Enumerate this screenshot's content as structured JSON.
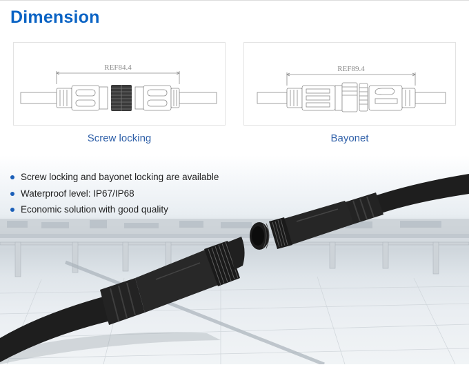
{
  "header": {
    "title": "Dimension"
  },
  "dimension_drawings": [
    {
      "label": "Screw locking",
      "ref_dimension": "REF84.4",
      "icon": "screw-connector-drawing"
    },
    {
      "label": "Bayonet",
      "ref_dimension": "REF89.4",
      "icon": "bayonet-connector-drawing"
    }
  ],
  "features": [
    "Screw locking and bayonet locking are available",
    "Waterproof level: IP67/IP68",
    "Economic solution with good quality"
  ],
  "colors": {
    "title": "#0a63c4",
    "caption": "#2e5fa8",
    "bullet": "#1b5fb8",
    "connector": "#1c1c1c"
  },
  "photo": {
    "subject": "connector-pair-photo"
  }
}
